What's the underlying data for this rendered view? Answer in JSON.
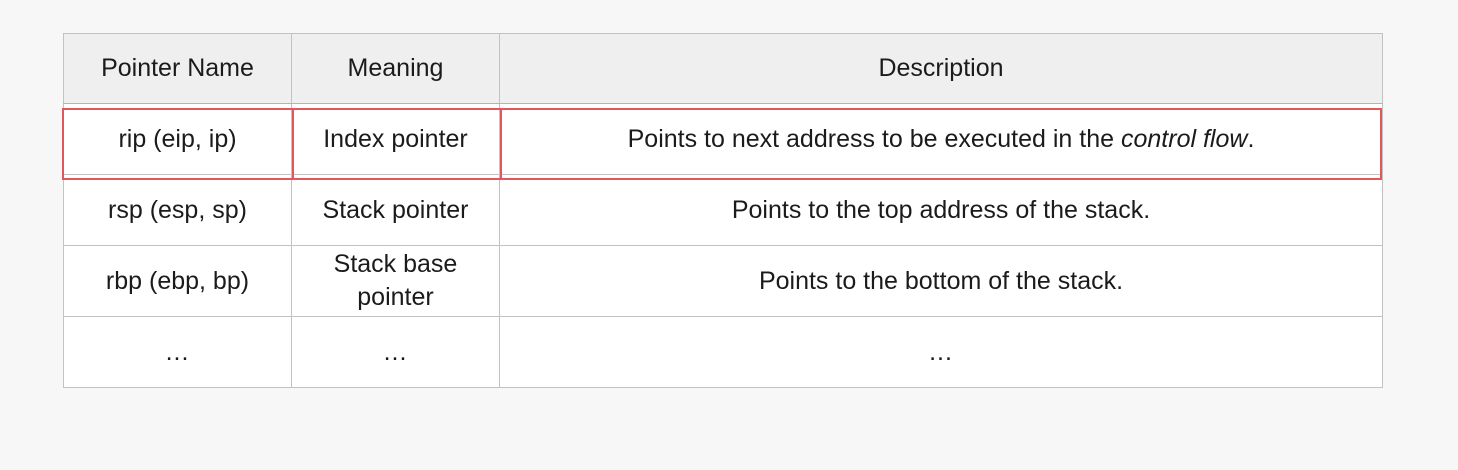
{
  "slide": {
    "background_color": "#f7f7f7",
    "clipped_top_text": ""
  },
  "table": {
    "name": "cpu-pointer-registers-table",
    "header_background": "#efefef",
    "border_color": "#c2c2c2",
    "columns": [
      "Pointer Name",
      "Meaning",
      "Description"
    ],
    "rows": [
      {
        "pointer_name": "rip (eip, ip)",
        "meaning": "Index pointer",
        "description_prefix": "Points to next address to be executed in the ",
        "description_emphasis": "control flow",
        "description_suffix": ".",
        "highlighted": true
      },
      {
        "pointer_name": "rsp (esp, sp)",
        "meaning": "Stack pointer",
        "description": "Points to the top address of the stack.",
        "highlighted": false
      },
      {
        "pointer_name": "rbp (ebp, bp)",
        "meaning": "Stack base pointer",
        "description": "Points to the bottom of the stack.",
        "highlighted": false
      },
      {
        "pointer_name": "...",
        "meaning": "...",
        "description": "...",
        "highlighted": false
      }
    ]
  },
  "highlight": {
    "color": "#e2565c",
    "target_row": "rip (eip, ip)"
  }
}
